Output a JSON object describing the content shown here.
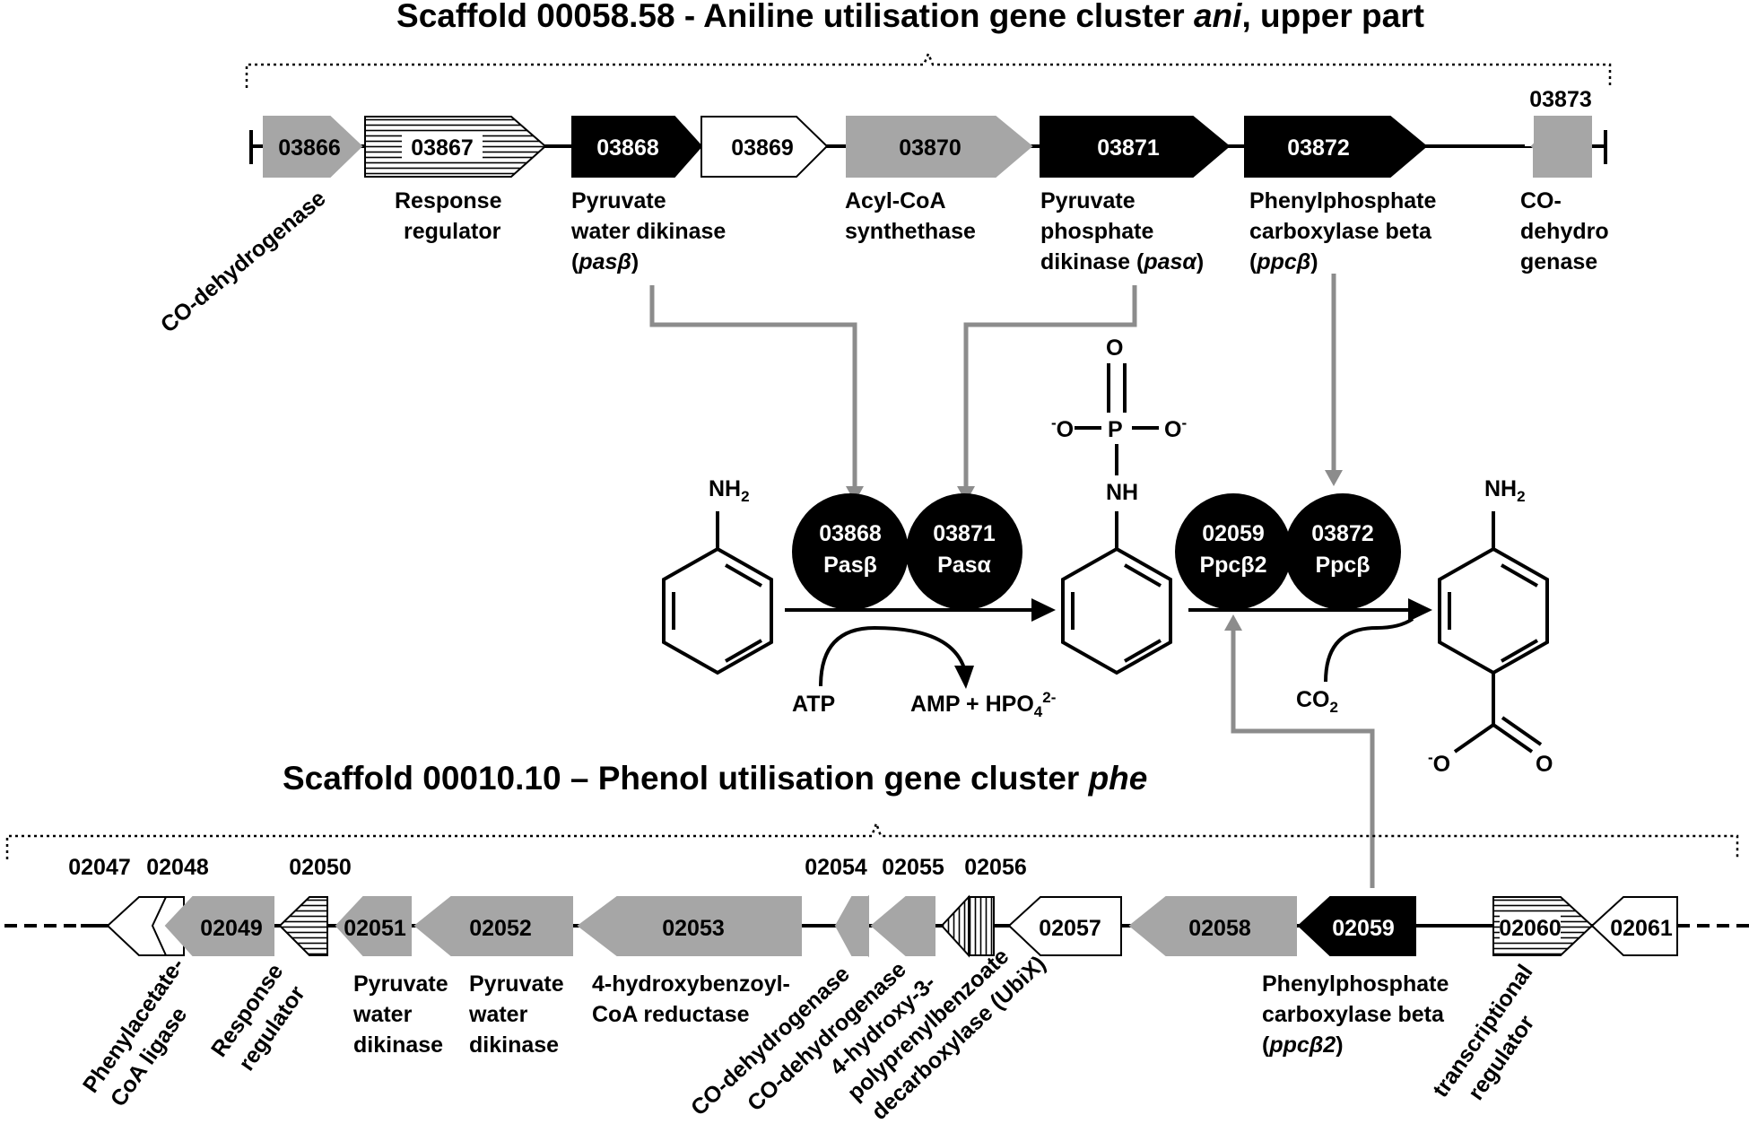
{
  "upper": {
    "title_main": "Scaffold 00058.58 - Aniline utilisation gene cluster ",
    "title_italic": "ani",
    "title_end": ", upper part",
    "genes": [
      "03866",
      "03867",
      "03868",
      "03869",
      "03870",
      "03871",
      "03872",
      "03873"
    ],
    "labels": {
      "g03866": "CO-dehydrogenase",
      "g03867": [
        "Response",
        "regulator"
      ],
      "g03868": [
        "Pyruvate",
        "water dikinase",
        "(",
        "pasβ",
        ")"
      ],
      "g03870": [
        "Acyl-CoA",
        "synthethase"
      ],
      "g03871": [
        "Pyruvate",
        "phosphate",
        "dikinase (",
        "pasα",
        ")"
      ],
      "g03872": [
        "Phenylphosphate",
        "carboxylase beta",
        "(",
        "ppcβ",
        ")"
      ],
      "g03873": [
        "CO-",
        "dehydro",
        "genase"
      ]
    }
  },
  "reaction": {
    "enzymes": [
      {
        "id": "03868",
        "name": "Pasβ"
      },
      {
        "id": "03871",
        "name": "Pasα"
      },
      {
        "id": "02059",
        "name": "Ppcβ2"
      },
      {
        "id": "03872",
        "name": "Ppcβ"
      }
    ],
    "atp": "ATP",
    "amp": "AMP + HPO",
    "amp_sub": "4",
    "amp_sup": "2-",
    "co2": "CO",
    "co2_sub": "2",
    "nh2": "NH",
    "nh2_sub": "2",
    "nh": "NH",
    "p": "P",
    "o": "O",
    "o_minus": "O",
    "minus": "-"
  },
  "lower": {
    "title_main": "Scaffold 00010.10 – Phenol utilisation gene cluster ",
    "title_italic": "phe",
    "genes": [
      "02047",
      "02048",
      "02049",
      "02050",
      "02051",
      "02052",
      "02053",
      "02054",
      "02055",
      "02056",
      "02057",
      "02058",
      "02059",
      "02060",
      "02061"
    ],
    "labels": {
      "phenylacetate": [
        "Phenylacetate-",
        "CoA ligase"
      ],
      "response": [
        "Response",
        "regulator"
      ],
      "pwd1": [
        "Pyruvate",
        "water",
        "dikinase"
      ],
      "pwd2": [
        "Pyruvate",
        "water",
        "dikinase"
      ],
      "hbcoa": [
        "4-hydroxybenzoyl-",
        "CoA reductase"
      ],
      "co1": "CO-dehydrogenase",
      "co2": "CO-dehydrogenase",
      "ubix": [
        "4-hydroxy-3-",
        "polyprenylbenzoate",
        "decarboxylase (UbiX)"
      ],
      "ppc": [
        "Phenylphosphate",
        "carboxylase beta",
        "(",
        "ppcβ2",
        ")"
      ],
      "treg": [
        "transcriptional",
        "regulator"
      ]
    }
  }
}
